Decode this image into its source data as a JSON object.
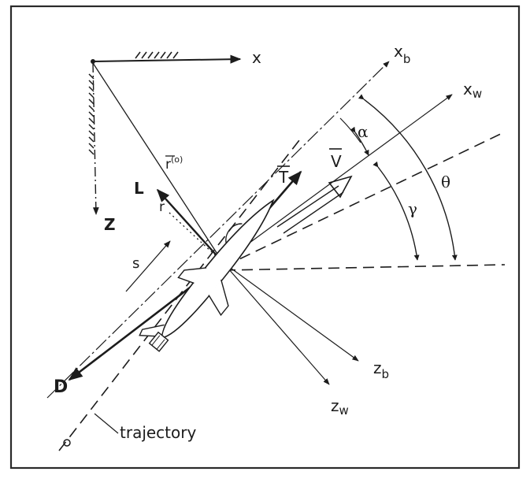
{
  "labels": {
    "x": "x",
    "z": "Z",
    "xb": "x",
    "xb_sub": "b",
    "xw": "x",
    "xw_sub": "w",
    "zb": "z",
    "zb_sub": "b",
    "zw": "z",
    "zw_sub": "w",
    "r0": "r",
    "r0_sup": "(o)",
    "r": "r",
    "T": "T",
    "V": "V",
    "L": "L",
    "D": "D",
    "s": "s",
    "alpha": "α",
    "gamma": "γ",
    "theta": "θ",
    "trajectory": "trajectory"
  }
}
